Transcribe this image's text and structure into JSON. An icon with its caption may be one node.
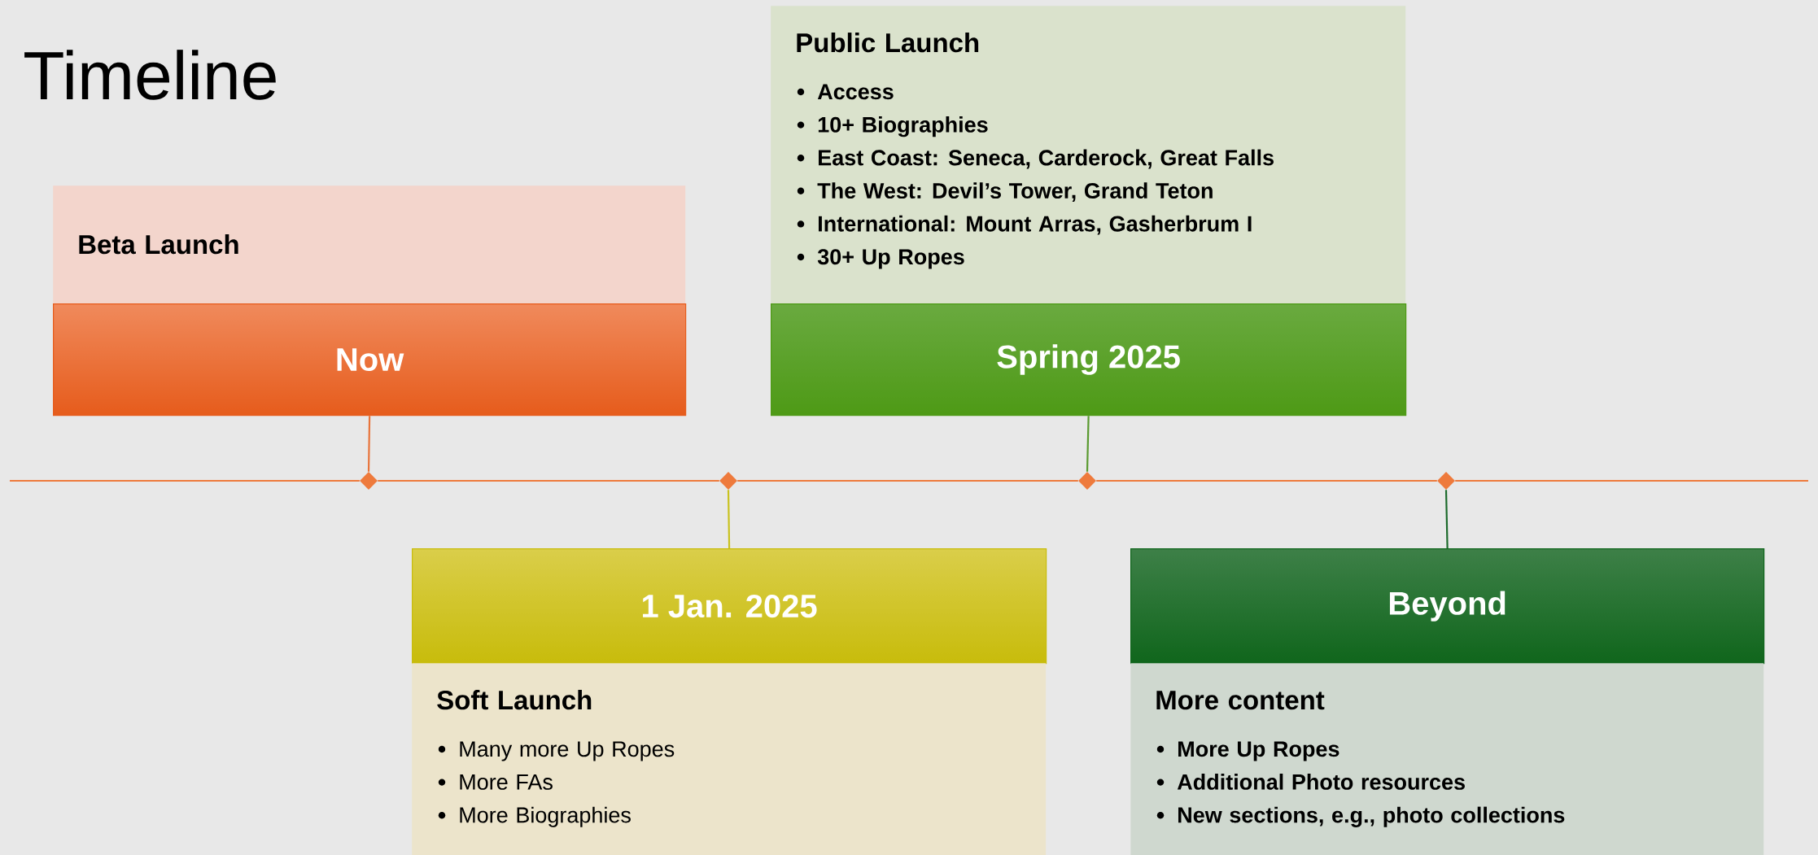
{
  "diagram": {
    "title": "Timeline",
    "nodes": [
      {
        "text": [
          "Beta Launch"
        ]
      },
      {
        "text": [
          "Now"
        ]
      },
      {
        "text": [
          "Public Launch",
          "Access",
          "10+ Biographies",
          "East Coast: Seneca, Carderock, Great Falls",
          "The West: Devil’s Tower, Grand Teton",
          "International: Mount Arras, Gasherbrum I",
          "30+ Up Ropes"
        ]
      },
      {
        "text": [
          "Spring 2025"
        ]
      },
      {
        "text": [],
        "shape": "diamond"
      },
      {
        "text": [],
        "shape": "diamond"
      },
      {
        "text": [],
        "shape": "diamond"
      },
      {
        "text": [],
        "shape": "diamond"
      },
      {
        "text": [
          "1 Jan. 2025"
        ]
      },
      {
        "text": [
          "Soft Launch",
          "Many more Up Ropes",
          "More FAs",
          "More Biographies"
        ]
      },
      {
        "text": [
          "Beyond"
        ]
      },
      {
        "text": [
          "More content",
          "More Up Ropes",
          "Additional Photo resources",
          "New sections, e.g., photo collections"
        ]
      }
    ],
    "edges": [
      {
        "from": 1,
        "to": 4,
        "arrow": "none",
        "color": "#e8743b"
      },
      {
        "from": 8,
        "to": 5,
        "arrow": "none",
        "color": "#c9c21e"
      },
      {
        "from": 3,
        "to": 6,
        "arrow": "none",
        "color": "#5a9a30"
      },
      {
        "from": 10,
        "to": 7,
        "arrow": "none",
        "color": "#1d6b2c"
      },
      {
        "from": 4,
        "to": 5,
        "arrow": "none"
      },
      {
        "from": 5,
        "to": 6,
        "arrow": "none"
      },
      {
        "from": 6,
        "to": 7,
        "arrow": "none"
      }
    ]
  }
}
